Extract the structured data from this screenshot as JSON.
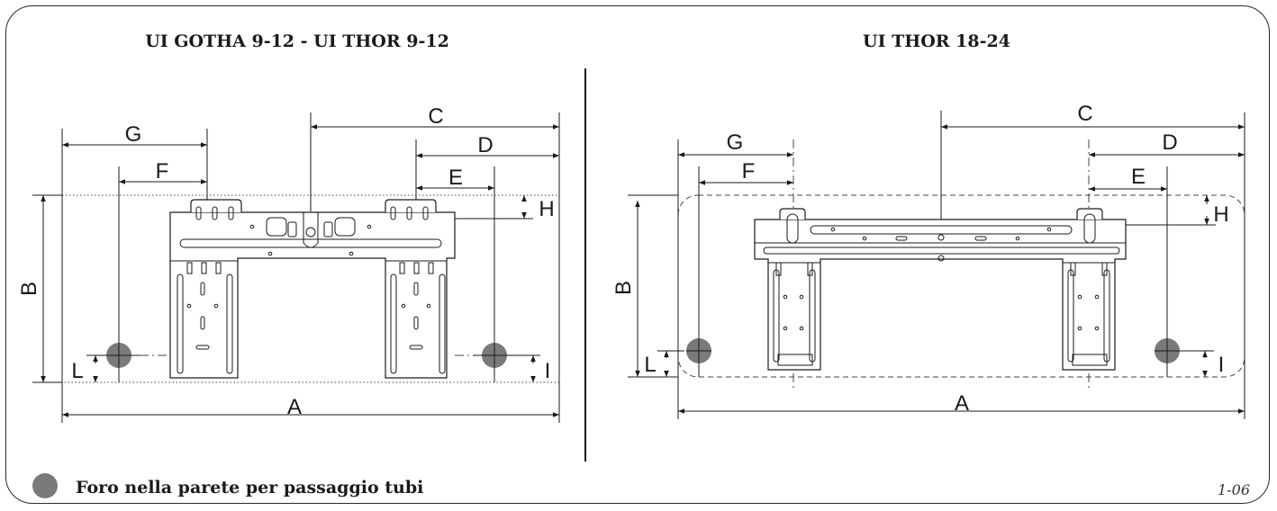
{
  "left_panel": {
    "title": "UI GOTHA 9-12 - UI THOR 9-12",
    "labels": {
      "A": "A",
      "B": "B",
      "C": "C",
      "D": "D",
      "E": "E",
      "F": "F",
      "G": "G",
      "H": "H",
      "I": "I",
      "L": "L"
    }
  },
  "right_panel": {
    "title": "UI THOR 18-24",
    "labels": {
      "A": "A",
      "B": "B",
      "C": "C",
      "D": "D",
      "E": "E",
      "F": "F",
      "G": "G",
      "H": "H",
      "I": "I",
      "L": "L"
    }
  },
  "legend": {
    "icon": "wall-hole-icon",
    "text": "Foro nella parete per passaggio tubi"
  },
  "page_code": "1-06",
  "colors": {
    "hole": "#7a7a7a",
    "line": "#1a1a1a"
  }
}
